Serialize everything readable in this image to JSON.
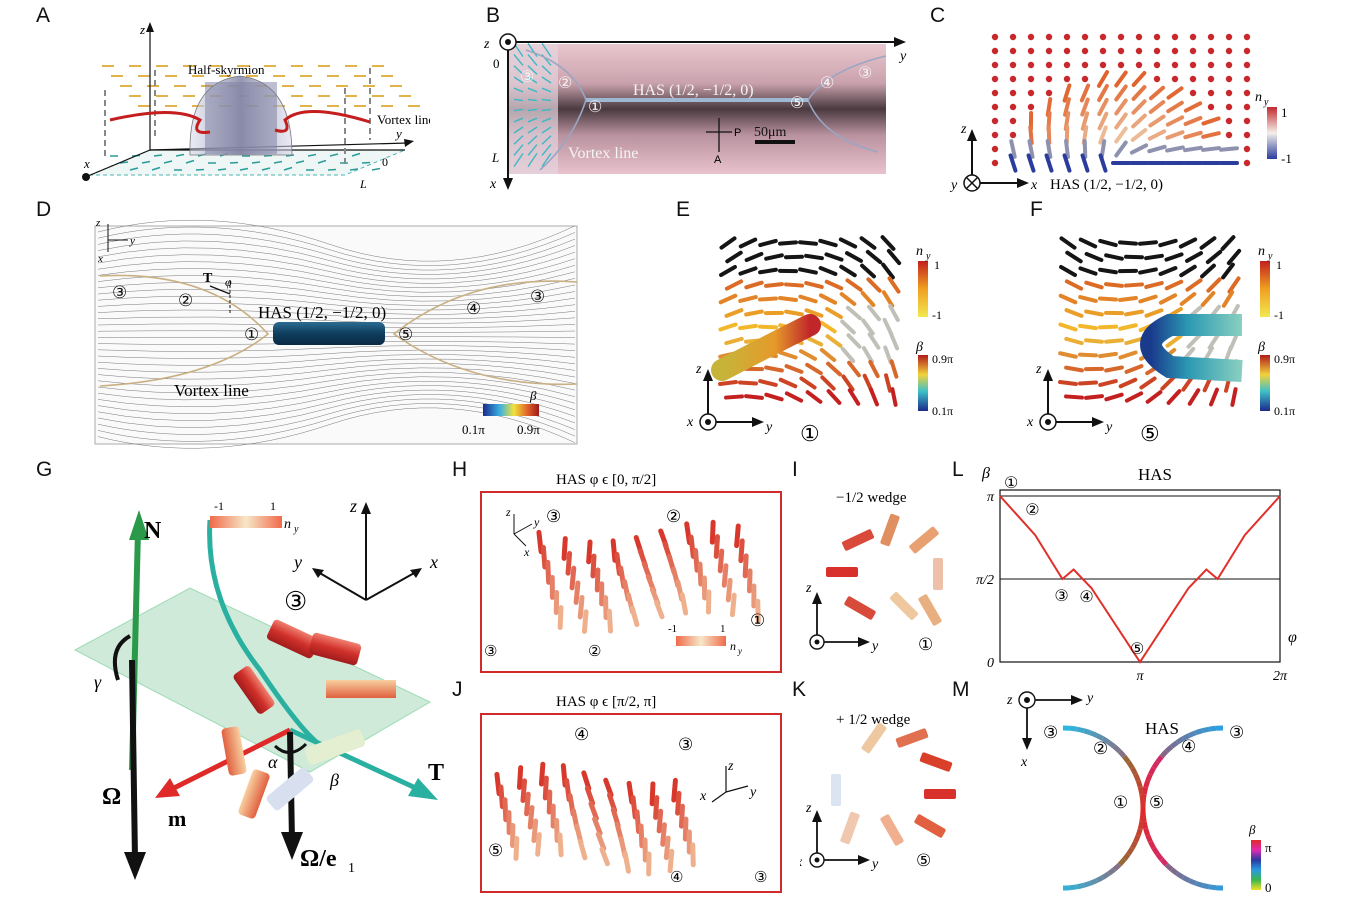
{
  "panel_labels": {
    "A": "A",
    "B": "B",
    "C": "C",
    "D": "D",
    "E": "E",
    "F": "F",
    "G": "G",
    "H": "H",
    "I": "I",
    "J": "J",
    "K": "K",
    "L": "L",
    "M": "M"
  },
  "circled": {
    "one": "①",
    "two": "②",
    "three": "③",
    "four": "④",
    "five": "⑤"
  },
  "axes": {
    "x": "x",
    "y": "y",
    "z": "z",
    "zero": "0",
    "L": "L",
    "T": "T",
    "phi": "φ",
    "beta": "β",
    "gamma": "γ",
    "alpha": "α",
    "ny": "n",
    "ny_sub": "y"
  },
  "panelA": {
    "half_skyrmion": "Half-skyrmion",
    "vortex_line": "Vortex line"
  },
  "panelB": {
    "has": "HAS (1/2, −1/2, 0)",
    "vortex_line": "Vortex line",
    "scale": "50μm",
    "P": "P",
    "A": "A"
  },
  "panelC": {
    "has": "HAS (1/2, −1/2, 0)",
    "cb_max": "1",
    "cb_min": "-1"
  },
  "panelD": {
    "has": "HAS (1/2, −1/2, 0)",
    "vortex_line": "Vortex line",
    "cb_min": "0.1π",
    "cb_max": "0.9π"
  },
  "panelEF": {
    "ny_max": "1",
    "ny_min": "-1",
    "b_max": "0.9π",
    "b_min": "0.1π"
  },
  "panelG": {
    "N": "N",
    "Omega": "Ω",
    "m": "m",
    "T": "T",
    "Omega_e": "Ω/e",
    "e_sub": "1",
    "cb_min": "-1",
    "cb_max": "1"
  },
  "panelH": {
    "title": "HAS   φ ϵ [0, π/2]",
    "cb_min": "-1",
    "cb_max": "1"
  },
  "panelI": {
    "title": "−1/2 wedge"
  },
  "panelJ": {
    "title": "HAS   φ ϵ [π/2, π]"
  },
  "panelK": {
    "title": "+ 1/2 wedge"
  },
  "panelL": {
    "title": "HAS",
    "y_ticks": [
      "π",
      "π/2",
      "0"
    ],
    "x_ticks": [
      "π",
      "2π"
    ]
  },
  "panelM": {
    "title": "HAS",
    "cb_max": "π",
    "cb_min": "0"
  },
  "chart_data": {
    "type": "line",
    "title": "HAS",
    "xlabel": "φ",
    "ylabel": "β",
    "x": [
      0.0,
      0.79,
      1.4,
      1.65,
      2.05,
      3.14,
      4.23,
      4.63,
      4.88,
      5.49,
      6.28
    ],
    "y": [
      3.14,
      2.4,
      1.57,
      1.75,
      1.4,
      0.0,
      1.4,
      1.75,
      1.57,
      2.4,
      3.14
    ],
    "xlim": [
      0,
      6.28
    ],
    "ylim": [
      0,
      3.14
    ],
    "x_ticks": [
      "π",
      "2π"
    ],
    "y_ticks": [
      "π",
      "π/2",
      "0"
    ],
    "annotations": [
      "①",
      "②",
      "③",
      "④",
      "⑤"
    ],
    "color": "#e0302a"
  }
}
